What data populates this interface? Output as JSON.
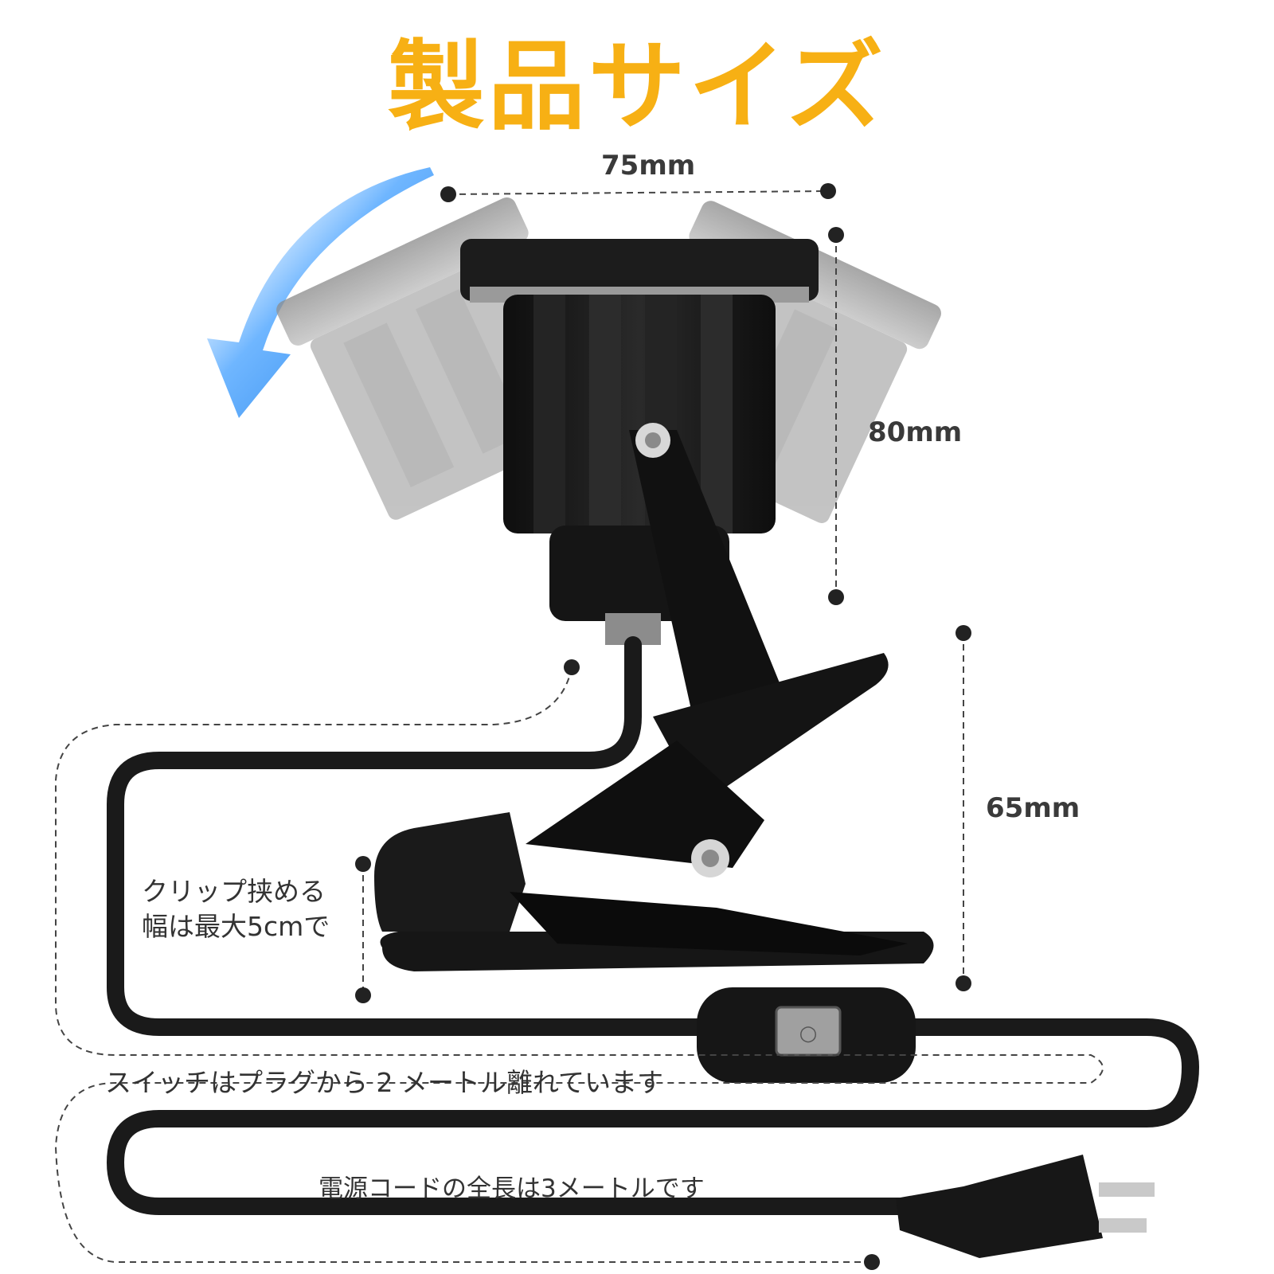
{
  "title": "製品サイズ",
  "dimensions": {
    "width": "75mm",
    "head_height": "80mm",
    "clip_height": "65mm"
  },
  "notes": {
    "clip_width_line1": "クリップ挟める",
    "clip_width_line2": "幅は最大5cmで",
    "switch_distance": "スイッチはプラグから 2 メートル離れています",
    "cord_length": "電源コードの全長は3メートルです"
  },
  "switch": {
    "label": "○"
  },
  "colors": {
    "title": "#f7b014",
    "arrow": "#2a8cf0",
    "product": "#1a1a1a",
    "dashed": "#444444"
  }
}
